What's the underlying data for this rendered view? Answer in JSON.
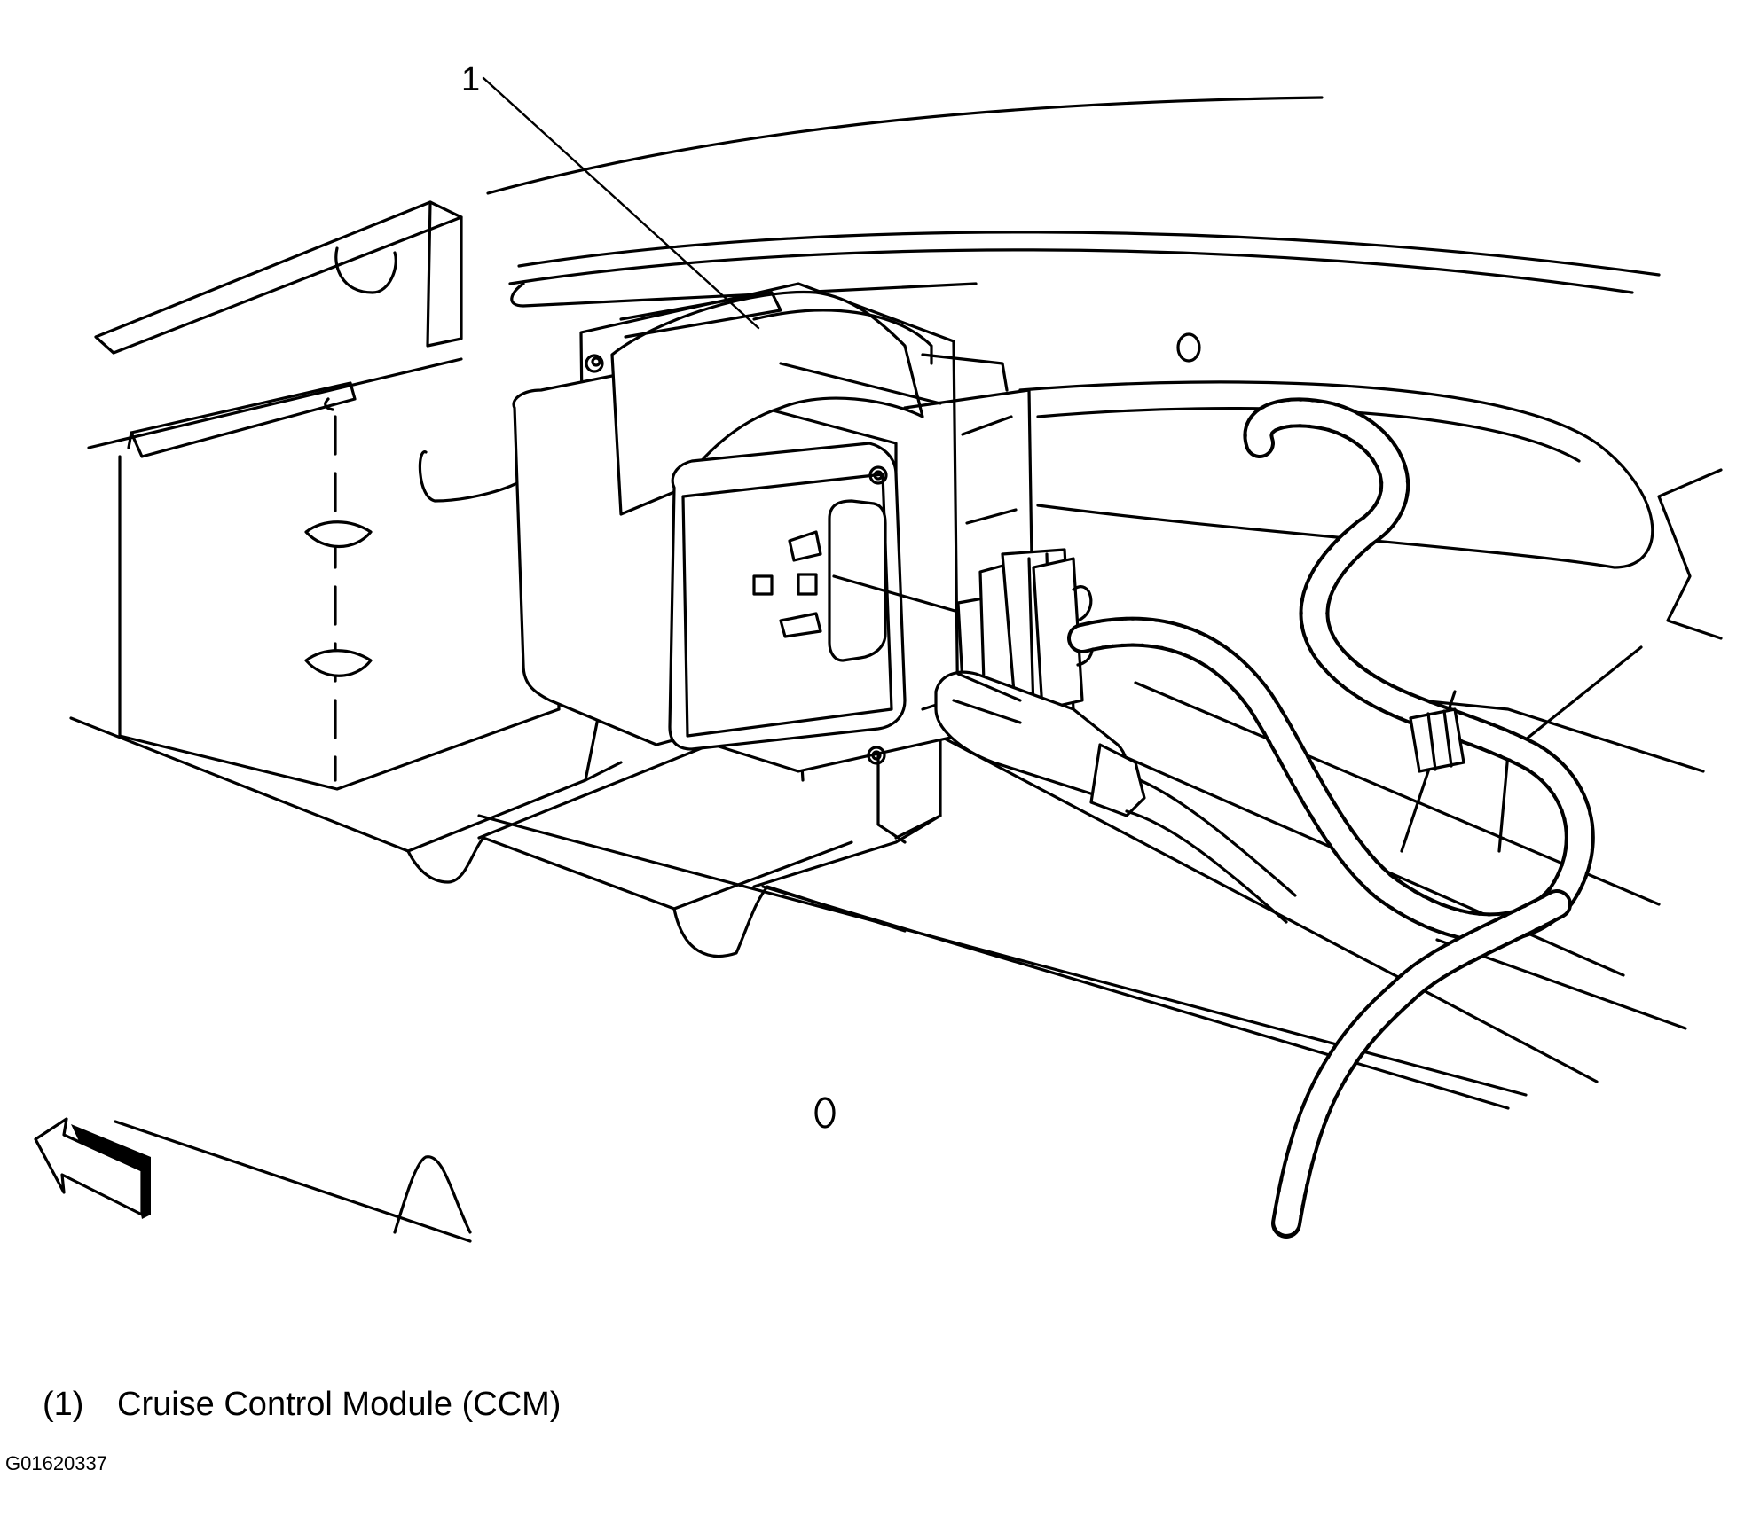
{
  "figure": {
    "callouts": [
      {
        "number": "1"
      }
    ],
    "legend": [
      {
        "number": "(1)",
        "label": "Cruise Control Module (CCM)"
      }
    ],
    "figure_id": "G01620337",
    "colors": {
      "ink": "#000000",
      "paper": "#ffffff"
    }
  }
}
